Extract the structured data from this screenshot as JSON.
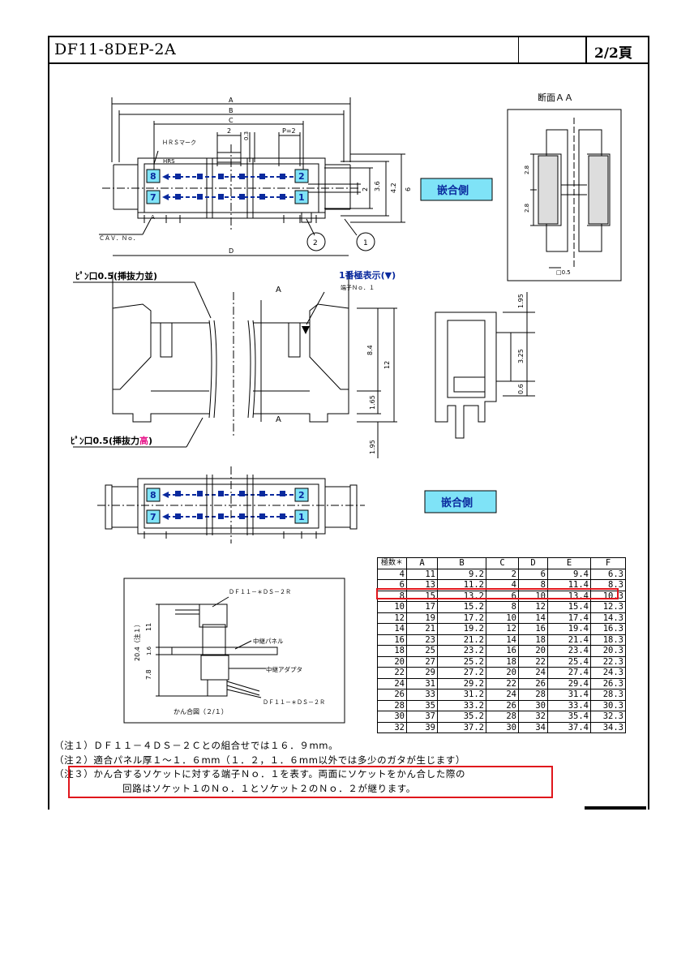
{
  "header": {
    "title": "DF11-8DEP-2A",
    "page": "2/2頁"
  },
  "labels": {
    "fitting_side": "嵌合側",
    "section": "断面ＡＡ",
    "hrs_mark": "ＨＲＳマーク",
    "hrs": "HRS",
    "cav_no": "ＣＡＶ．Ｎｏ．",
    "pin_low": "ﾋﾟﾝ口0.5(挿抜力並)",
    "pin_high_prefix": "ﾋﾟﾝ口0.5(挿抜力",
    "pin_high_accent": "高",
    "pin_high_suffix": ")",
    "pin1_marker": "1番極表示(▼)",
    "terminal_no1": "端子Ｎｏ．１",
    "a_mark": "A",
    "inset_caption": "かん合図（２/１）",
    "inset_top_part": "ＤＦ１１－＊ＤＳ－２Ｒ",
    "inset_bottom_part": "ＤＦ１１－＊ＤＳ－２Ｒ",
    "inset_panel": "中継パネル",
    "inset_adapter": "中継アダプタ",
    "inset_dim_total": "20.4（注１）",
    "inset_dim_11": "11",
    "inset_dim_16": "1.6",
    "inset_dim_78": "7.8"
  },
  "dims": {
    "top": [
      "A",
      "B",
      "C",
      "2",
      "0.3",
      "P=2",
      "3.6",
      "4.2",
      "6",
      "2"
    ],
    "d": "D",
    "side": [
      "1.95",
      "8.4",
      "12",
      "1.65",
      "1.95"
    ],
    "profile": [
      "1.95",
      "3.25",
      "0.6"
    ],
    "section": [
      "2.8",
      "2.8",
      "□0.5"
    ]
  },
  "pins": {
    "top_left_upper": "8",
    "top_left_lower": "7",
    "top_right_upper": "2",
    "top_right_lower": "1"
  },
  "callouts": {
    "one": "1",
    "two": "2"
  },
  "table": {
    "headers": [
      "極数＊",
      "A",
      "B",
      "C",
      "D",
      "E",
      "F"
    ],
    "rows": [
      [
        "4",
        "11",
        "9.2",
        "2",
        "6",
        "9.4",
        "6.3"
      ],
      [
        "6",
        "13",
        "11.2",
        "4",
        "8",
        "11.4",
        "8.3"
      ],
      [
        "8",
        "15",
        "13.2",
        "6",
        "10",
        "13.4",
        "10.3"
      ],
      [
        "10",
        "17",
        "15.2",
        "8",
        "12",
        "15.4",
        "12.3"
      ],
      [
        "12",
        "19",
        "17.2",
        "10",
        "14",
        "17.4",
        "14.3"
      ],
      [
        "14",
        "21",
        "19.2",
        "12",
        "16",
        "19.4",
        "16.3"
      ],
      [
        "16",
        "23",
        "21.2",
        "14",
        "18",
        "21.4",
        "18.3"
      ],
      [
        "18",
        "25",
        "23.2",
        "16",
        "20",
        "23.4",
        "20.3"
      ],
      [
        "20",
        "27",
        "25.2",
        "18",
        "22",
        "25.4",
        "22.3"
      ],
      [
        "22",
        "29",
        "27.2",
        "20",
        "24",
        "27.4",
        "24.3"
      ],
      [
        "24",
        "31",
        "29.2",
        "22",
        "26",
        "29.4",
        "26.3"
      ],
      [
        "26",
        "33",
        "31.2",
        "24",
        "28",
        "31.4",
        "28.3"
      ],
      [
        "28",
        "35",
        "33.2",
        "26",
        "30",
        "33.4",
        "30.3"
      ],
      [
        "30",
        "37",
        "35.2",
        "28",
        "32",
        "35.4",
        "32.3"
      ],
      [
        "32",
        "39",
        "37.2",
        "30",
        "34",
        "37.4",
        "34.3"
      ]
    ],
    "highlight_row": "8"
  },
  "notes": {
    "n1": "（注１）ＤＦ１１－４ＤＳ－２Ｃとの組合せでは１６．９mm。",
    "n2": "（注２）適合パネル厚１～１．６mm（１．２，１．６mm以外では多少のガタが生じます）",
    "n3a": "（注３）かん合するソケットに対する端子Ｎｏ．１を表す。両面にソケットをかん合した際の",
    "n3b": "回路はソケット１のＮｏ．１とソケット２のＮｏ．２が継ります。"
  },
  "colors": {
    "accent_blue": "#0a2a9e",
    "callout_fill": "#7fe3f7",
    "red": "#e0161c",
    "magenta": "#e81a8c"
  }
}
